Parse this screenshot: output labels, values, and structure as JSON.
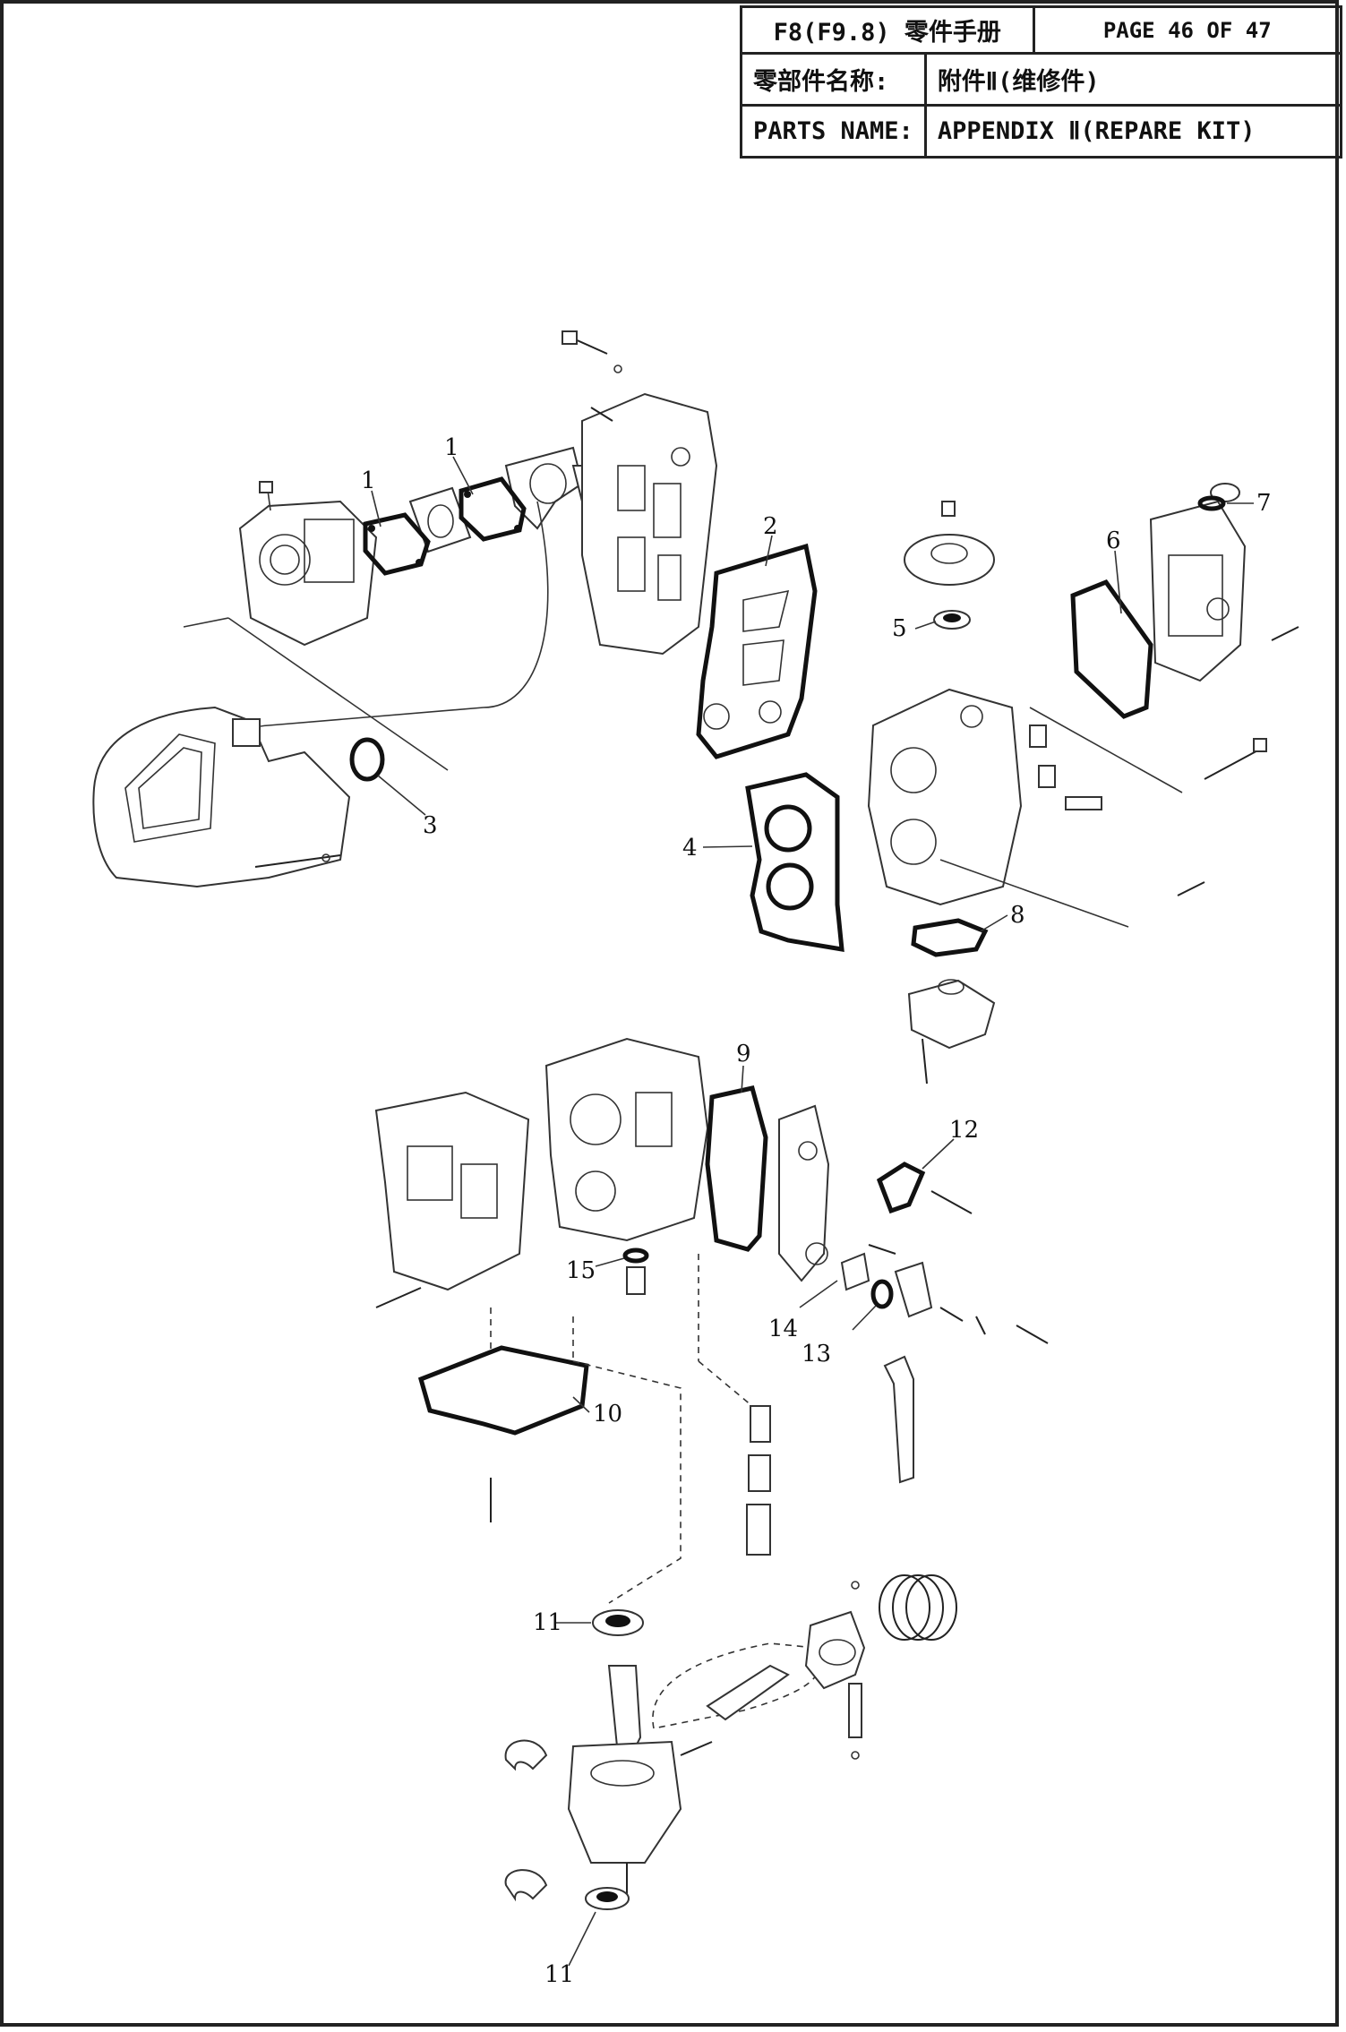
{
  "header": {
    "model": "F8(F9.8) 零件手册",
    "page": "PAGE 46 OF 47",
    "name_label_cn": "零部件名称:",
    "name_value_cn": "附件Ⅱ(维修件)",
    "name_label_en": "PARTS NAME:",
    "name_value_en": "APPENDIX Ⅱ(REPARE KIT)"
  },
  "callouts": [
    "1",
    "1",
    "2",
    "3",
    "4",
    "5",
    "6",
    "7",
    "8",
    "9",
    "10",
    "11",
    "11",
    "12",
    "13",
    "14",
    "15"
  ]
}
